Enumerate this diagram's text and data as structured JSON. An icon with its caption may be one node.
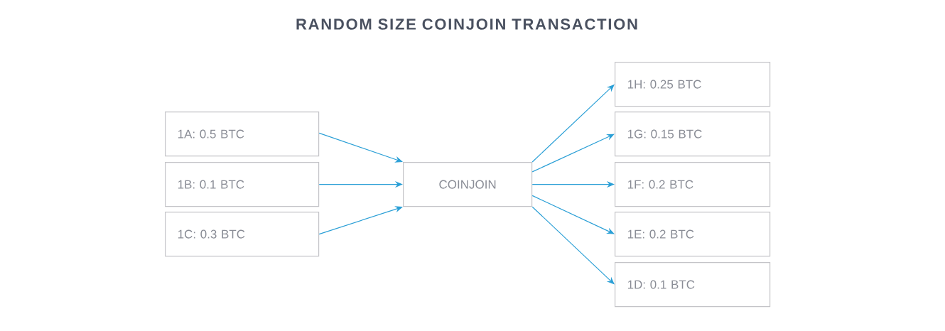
{
  "diagram": {
    "title": "RANDOM SIZE COINJOIN TRANSACTION",
    "nodes": [
      {
        "text": [
          "1A: 0.5 BTC"
        ]
      },
      {
        "text": [
          "1B: 0.1 BTC"
        ]
      },
      {
        "text": [
          "1C: 0.3 BTC"
        ]
      },
      {
        "text": [
          "COINJOIN"
        ]
      },
      {
        "text": [
          "1H: 0.25 BTC"
        ]
      },
      {
        "text": [
          "1G: 0.15 BTC"
        ]
      },
      {
        "text": [
          "1F: 0.2 BTC"
        ]
      },
      {
        "text": [
          "1E: 0.2 BTC"
        ]
      },
      {
        "text": [
          "1D: 0.1 BTC"
        ]
      }
    ],
    "edges": [
      {
        "from": 0,
        "to": 3,
        "arrow": "to"
      },
      {
        "from": 1,
        "to": 3,
        "arrow": "to"
      },
      {
        "from": 2,
        "to": 3,
        "arrow": "to"
      },
      {
        "from": 3,
        "to": 4,
        "arrow": "to"
      },
      {
        "from": 3,
        "to": 5,
        "arrow": "to"
      },
      {
        "from": 3,
        "to": 6,
        "arrow": "to"
      },
      {
        "from": 3,
        "to": 7,
        "arrow": "to"
      },
      {
        "from": 3,
        "to": 8,
        "arrow": "to"
      }
    ]
  }
}
